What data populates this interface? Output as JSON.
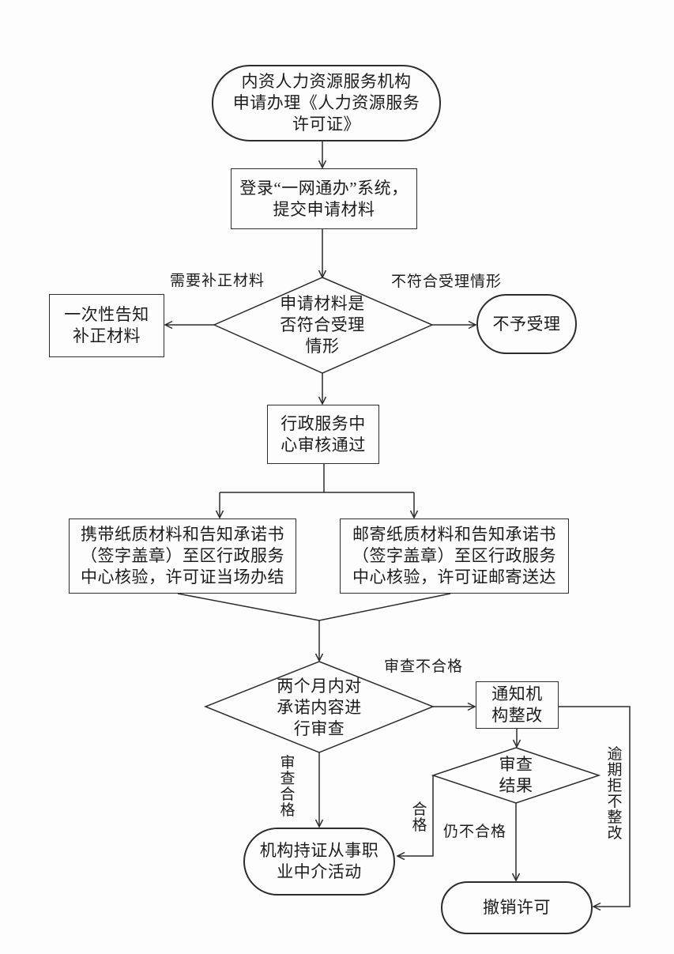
{
  "page": {
    "background": "#fdfdfd",
    "line_color": "#2d2d2d",
    "text_color": "#1c1c1c"
  },
  "flowchart": {
    "nodes": {
      "start": {
        "label": "内资人力资源服务机构\n申请办理《人力资源服务\n许可证》"
      },
      "submit": {
        "label": "登录“一网通办”系统，\n提交申请材料"
      },
      "accept_check": {
        "label": "申请材料是\n否符合受理\n情形"
      },
      "one_time_notice": {
        "label": "一次性告知\n补正材料"
      },
      "reject": {
        "label": "不予受理"
      },
      "center_approved": {
        "label": "行政服务中\n心审核通过"
      },
      "bring_materials": {
        "label": "携带纸质材料和告知承诺书\n（签字盖章）至区行政服务\n中心核验，许可证当场办结"
      },
      "mail_materials": {
        "label": "邮寄纸质材料和告知承诺书\n（签字盖章）至区行政服务\n中心核验，许可证邮寄送达"
      },
      "review_two_months": {
        "label": "两个月内对\n承诺内容进\n行审查"
      },
      "notify_rectify": {
        "label": "通知机\n构整改"
      },
      "review_result": {
        "label": "审查\n结果"
      },
      "licensed_operate": {
        "label": "机构持证从事职\n业中介活动"
      },
      "revoke_license": {
        "label": "撤销许可"
      }
    },
    "edge_labels": {
      "need_fix": "需要补正材料",
      "not_acceptable": "不符合受理情形",
      "review_fail": "审查不合格",
      "review_pass": "审查合格",
      "pass": "合格",
      "still_fail": "仍不合格",
      "overdue_refuse": "逾期拒不整改"
    }
  }
}
